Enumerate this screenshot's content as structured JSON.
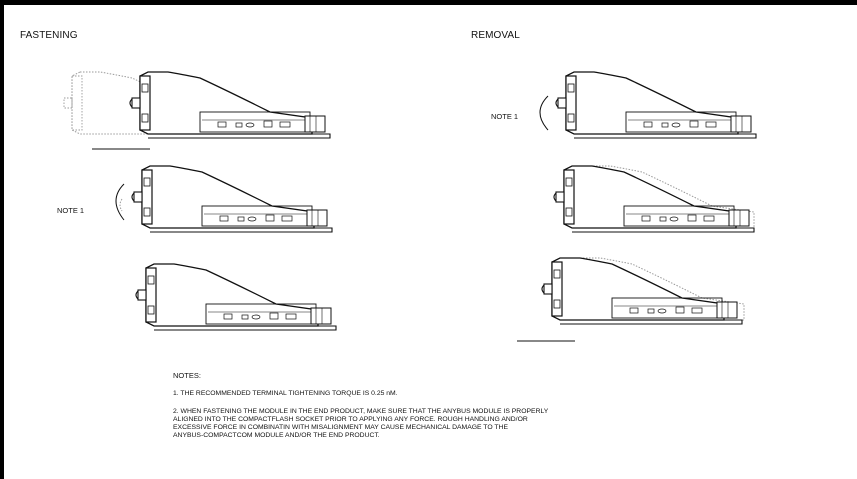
{
  "sections": {
    "fastening_title": "FASTENING",
    "removal_title": "REMOVAL"
  },
  "callouts": {
    "fastening_note": "NOTE 1",
    "removal_note": "NOTE 1"
  },
  "notes": {
    "heading": "NOTES:",
    "items": [
      "1.  THE RECOMMENDED TERMINAL TIGHTENING TORQUE IS 0.25 nM.",
      "2.  WHEN FASTENING THE MODULE IN THE END PRODUCT, MAKE SURE THAT THE ANYBUS MODULE IS PROPERLY\n     ALIGNED INTO THE COMPACTFLASH SOCKET PRIOR TO APPLYING ANY FORCE. ROUGH HANDLING AND/OR\n     EXCESSIVE FORCE IN COMBINATIN WITH MISALIGNMENT MAY CAUSE MECHANICAL DAMAGE TO THE\n     ANYBUS-COMPACTCOM MODULE AND/OR THE END PRODUCT."
    ]
  },
  "colors": {
    "frame": "#000000",
    "line": "#111111",
    "ghost": "#9a9a9a"
  }
}
